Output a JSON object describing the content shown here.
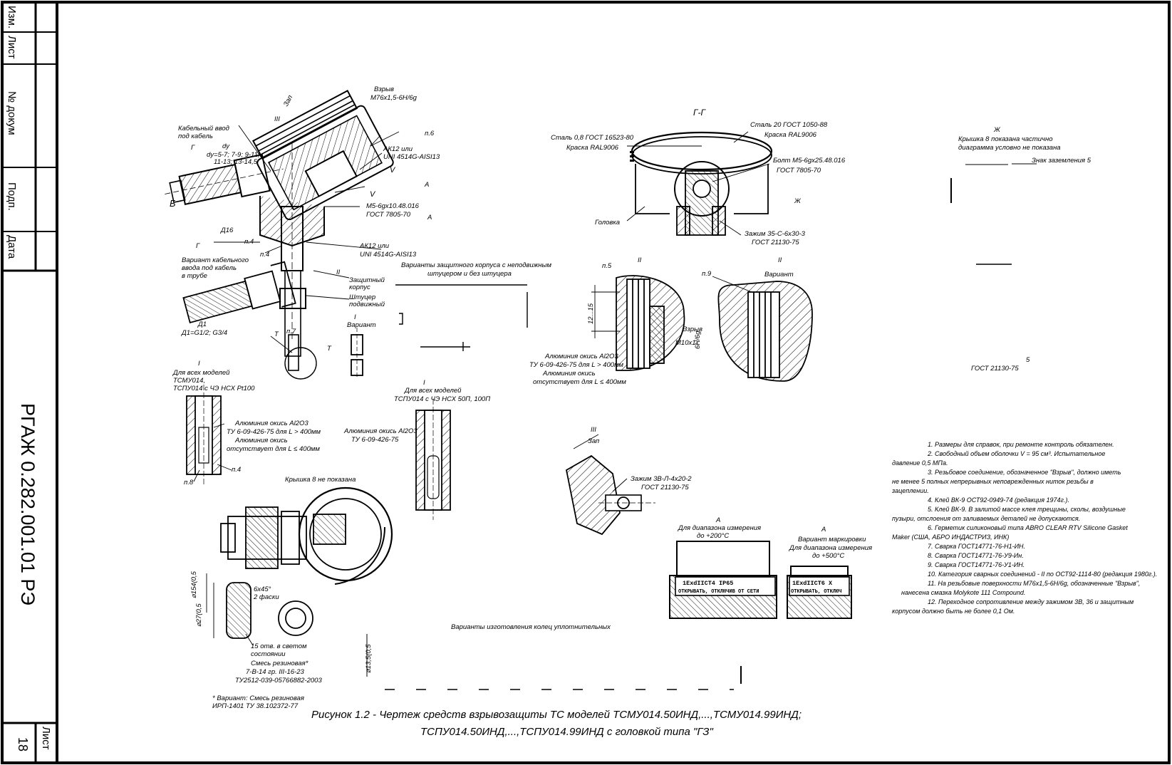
{
  "side_stamp": {
    "cells": [
      "Изм.",
      "Лист",
      "№ докум",
      "Подп.",
      "Дата"
    ],
    "doc_code": "РГАЖ 0.282.001.01 РЭ",
    "sheet_label": "Лист",
    "sheet_number": "18"
  },
  "caption": {
    "line1": "Рисунок 1.2 - Чертеж средств взрывозащиты ТС моделей ТСМУ014.50ИНД,...,ТСМУ014.99ИНД;",
    "line2": "ТСПУ014.50ИНД,...,ТСПУ014.99ИНД с головкой типа \"ГЗ\""
  },
  "labels": {
    "cable_entry": "Кабельный ввод",
    "under_cable": "под кабель",
    "dy": "dy",
    "dy_vals1": "dy=5-7; 7-9; 9-11;",
    "dy_vals2": "11-13; 13-14,5",
    "g_letter": "Г",
    "g_letter2": "Г",
    "b_letter": "Б",
    "d16": "Д16",
    "roman3": "III",
    "roman2": "II",
    "zap": "Зап",
    "vzryv_top": "Взрыв",
    "m76": "M76x1,5-6H/6g",
    "ak12_1": "АК12 или",
    "unf_1": "UNI 4514G-AISI13",
    "p6": "п.6",
    "v_letter": "V",
    "a_letter": "А",
    "a_letter2": "А",
    "m5_1": "М5-6gx10.48.016",
    "gost7805_1": "ГОСТ 7805-70",
    "p4": "п.4",
    "p4b": "п.4",
    "ak12_2": "АК12 или",
    "unf_2": "UNI 4514G-AISI13",
    "variant_cable": "Вариант кабельного",
    "variant_cable2": "ввода под кабель",
    "variant_cable3": "в трубе",
    "d1": "Д1",
    "d1_val": "Д1=G1/2; G3/4",
    "zasch_korpus": "Защитный",
    "zasch_korpus2": "корпус",
    "shtucer": "Штуцер",
    "shtucer2": "подвижный",
    "variant_i": "I",
    "variant_i2": "Вариант",
    "p7": "п.7",
    "t_letter": "Т",
    "t_letter2": "Т",
    "i_all1": "I",
    "i_all2": "Для всех моделей",
    "i_all3": "ТСМУ014,",
    "i_all4": "ТСПУ014 с ЧЭ НСХ Pt100",
    "alum1": "Алюминия окись Al2O3",
    "alum1b": "ТУ 6-09-426-75 для L > 400мм",
    "alum1c": "Алюминия окись",
    "alum1d": "отсутствует для L ≤ 400мм",
    "p8": "п.8",
    "p4c": "п.4",
    "variants_prot1": "Варианты защитного корпуса с неподвижным",
    "variants_prot2": "штуцером и без штуцера",
    "i_mid1": "I",
    "i_mid2": "Для всех моделей",
    "i_mid3": "ТСПУ014 с ЧЭ НСХ 50П, 100П",
    "alum2": "Алюминия окись Al2O3",
    "alum2b": "ТУ 6-09-426-75",
    "krishka": "Крышка 8 не показана",
    "g_section": "Г-Г",
    "steel08": "Сталь 0,8 ГОСТ 16523-80",
    "kraska1": "Краска RAL9006",
    "steel20": "Сталь 20 ГОСТ 1050-88",
    "kraska2": "Краска RAL9006",
    "bolt": "Болт М5-6gx25.48.016",
    "gost7805_2": "ГОСТ 7805-70",
    "golovka": "Головка",
    "zazhim": "Зажим 35-С-6х30-3",
    "gost21130_1": "ГОСТ 21130-75",
    "z_letter": "Ж",
    "ii_1": "II",
    "p5": "п.5",
    "dim12_15": "12...15",
    "vzryv_m10": "Взрыв",
    "m10": "M10x1-",
    "m10_tol": "6H/6g",
    "alum3": "Алюминия окись Al2O3",
    "alum3b": "ТУ 6-09-426-75 для L > 400мм",
    "alum3c": "Алюминия окись",
    "alum3d": "отсутствует для L ≤ 400мм",
    "ii_2": "II",
    "p9": "п.9",
    "variant_ii": "Вариант",
    "j_letter": "Ж",
    "krishka_j1": "Крышка 8 показана частично",
    "krishka_j2": "диаграмма условно не показана",
    "znak": "Знак заземления 5",
    "gost21130_2": "ГОСТ 21130-75",
    "five": "5",
    "iii_2": "III",
    "zap2": "Зап",
    "zazhim2": "Зажим 3В-Л-4х20-2",
    "gost21130_3": "ГОСТ 21130-75",
    "a_range1": "А",
    "a_range2": "Для диапазона измерения",
    "a_range3": "до +200°С",
    "a_var1": "А",
    "a_var2": "Вариант маркировки",
    "a_var3": "Для диапазона измерения",
    "a_var4": "до +500°С",
    "plate1_l1": "1ExdIICT4  IP65",
    "plate1_l2": "ОТКРЫВАТЬ, ОТКЛЮЧИВ ОТ СЕТИ",
    "plate2_l1": "1ExdIICT6 X",
    "plate2_l2": "ОТКРЫВАТЬ, ОТКЛЮЧ",
    "dim_154": "⌀154(0,5",
    "dim_277": "⌀27(0,5",
    "chamfer1": "6х45°",
    "chamfer2": "2 фаски",
    "hole15": "15 отв. в светом",
    "hole15b": "состоянии",
    "rubber1": "Смесь резиновая*",
    "rubber2": "7-В-14 гр. III-16-23",
    "rubber3": "ТУ2512-039-05766882-2003",
    "variant_rubber1": "* Вариант: Смесь резиновая",
    "variant_rubber2": "ИРП-1401 ТУ 38.102372-77",
    "rings": "Варианты изготовления колец уплотнительных",
    "dim_13": "⌀13,5(0,5"
  },
  "notes": [
    "1. Размеры для справок, при ремонте контроль обязателен.",
    "2. Свободный объем оболочки V = 95 см³. Испытательное",
    "давление 0,5 МПа.",
    "3. Резьбовое соединение, обозначенное \"Взрыв\", должно иметь",
    "не менее 5 полных непрерывных неповрежденных ниток резьбы в",
    "зацеплении.",
    "4. Клей ВК-9 ОСТ92-0949-74 (редакция 1974г.).",
    "5. Клей ВК-9. В залитой массе клея трещины, сколы, воздушные",
    "пузыри, отслоения от заливаемых деталей не допускаются.",
    "6. Герметик силиконовый типа ABRO CLEAR RTV Silicone Gasket",
    "Maker (США, АБРО ИНДАСТРИЗ, ИНК)",
    "7. Сварка ГОСТ14771-76-Н1-ИН.",
    "8. Сварка ГОСТ14771-76-У9-Ин.",
    "9. Сварка ГОСТ14771-76-У1-ИН.",
    "10. Категория сварных соединений - II по ОСТ92-1114-80 (редакция 1980г.).",
    "11. На резьбовые поверхности М76х1,5-6Н/6g, обозначенные \"Взрыв\",",
    "нанесена смазка Molykote 111 Compound.",
    "12. Переходное сопротивление между зажимом 3В, 36 и защитным",
    "корпусом должно быть не более 0,1 Ом."
  ]
}
